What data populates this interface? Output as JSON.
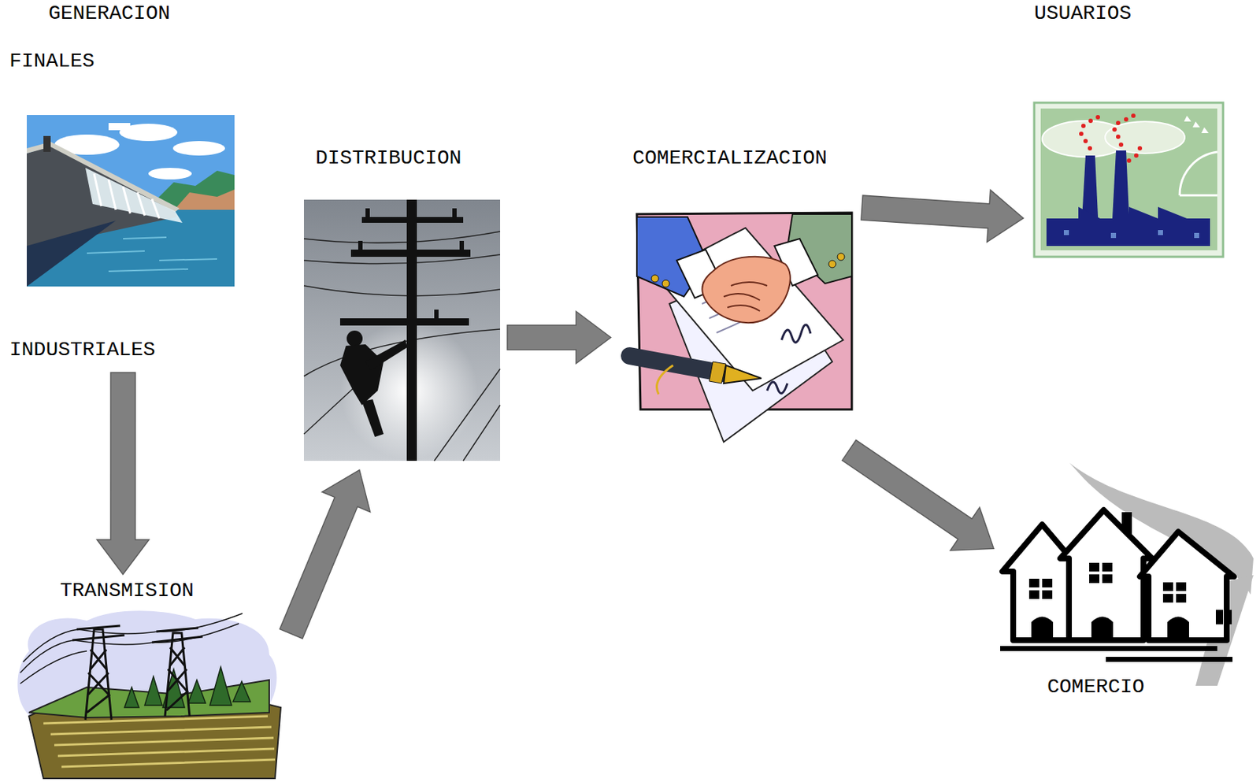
{
  "diagram": {
    "nodes": [
      {
        "text": [
          "GENERACION",
          "FINALES",
          "INDUSTRIALES"
        ]
      },
      {
        "text": [
          "DISTRIBUCION"
        ]
      },
      {
        "text": [
          "COMERCIALIZACION"
        ]
      },
      {
        "text": [
          "USUARIOS"
        ]
      },
      {
        "text": [
          "TRANSMISION"
        ]
      },
      {
        "text": [
          "COMERCIO"
        ]
      }
    ],
    "edges": [
      {
        "from": 0,
        "to": 4,
        "arrow": "to"
      },
      {
        "from": 4,
        "to": 1,
        "arrow": "to"
      },
      {
        "from": 1,
        "to": 2,
        "arrow": "to"
      },
      {
        "from": 2,
        "to": 3,
        "arrow": "to"
      },
      {
        "from": 2,
        "to": 5,
        "arrow": "to"
      }
    ]
  }
}
